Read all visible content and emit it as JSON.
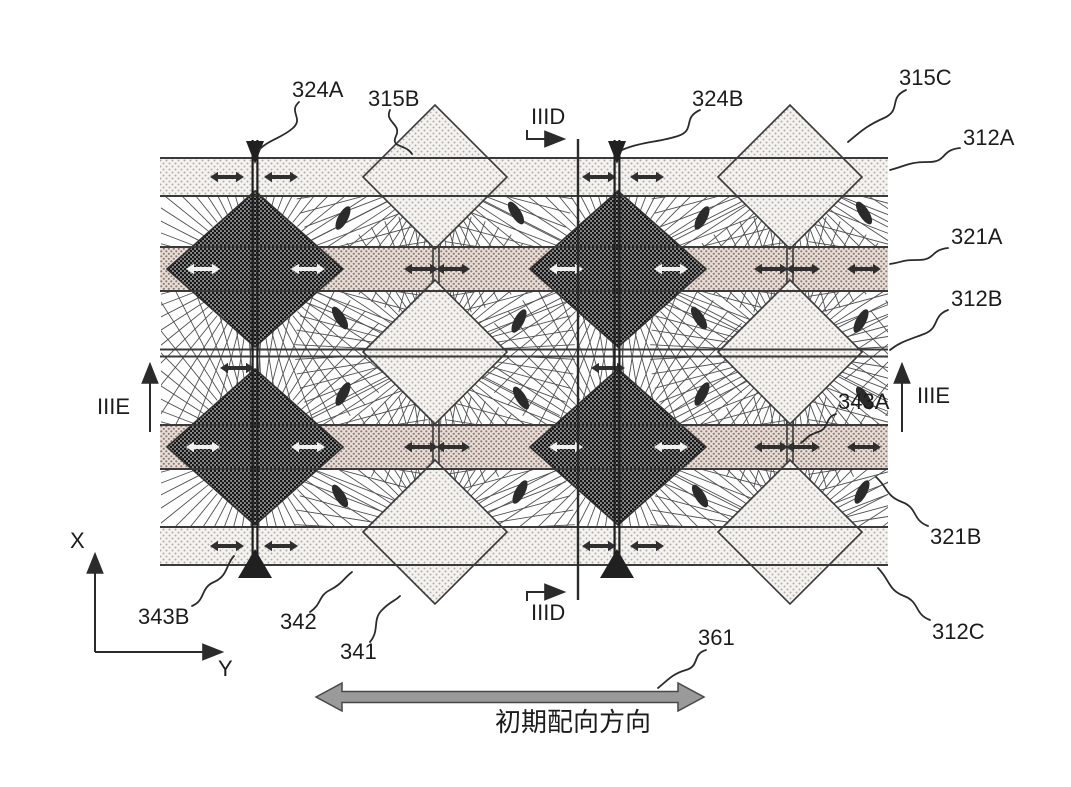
{
  "figure": {
    "labels": {
      "n324A": "324A",
      "n315B": "315B",
      "n324B": "324B",
      "n315C": "315C",
      "n312A": "312A",
      "n321A": "321A",
      "n312B": "312B",
      "n343A": "343A",
      "n321B": "321B",
      "n312C": "312C",
      "n343B": "343B",
      "n342": "342",
      "n341": "341",
      "n361": "361"
    },
    "section_markers": {
      "iiid_top": "IIID",
      "iiid_bottom": "IIID",
      "iiie_left": "IIIE",
      "iiie_right": "IIIE"
    },
    "axes": {
      "x": "X",
      "y": "Y"
    },
    "caption": "初期配向方向",
    "colors": {
      "line": "#2b2b2b",
      "stripe_light_fill": "#f5f3f0",
      "stripe_dense_fill": "#e9ded8",
      "diamond_dark_fill": "#8f8f8f",
      "big_arrow_fill": "#9a9a9a"
    }
  }
}
